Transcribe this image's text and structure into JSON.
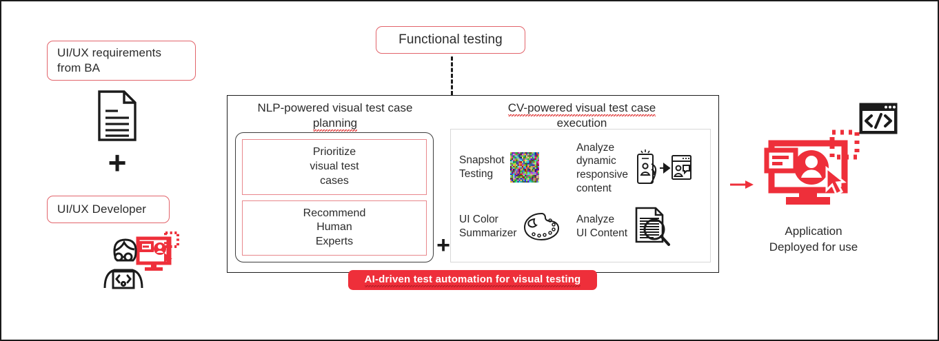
{
  "colors": {
    "red": "#ee2f3a",
    "pill_border": "#e2636a",
    "inner_red_border": "#e8868b",
    "dark": "#1b1b1b",
    "text": "#2b2b2b",
    "spellcheck_underline": "#e03a3a"
  },
  "inputs": {
    "requirements": {
      "label": "UI/UX requirements\nfrom BA",
      "icon": "document-icon"
    },
    "plus_symbol": "+",
    "developer": {
      "label": "UI/UX Developer",
      "icon": "developer-at-computer-icon"
    }
  },
  "top": {
    "functional_testing_label": "Functional testing",
    "connector": "dashed-vertical-line"
  },
  "main": {
    "nlp": {
      "title_line1": "NLP-powered visual test case",
      "title_line2": "planning",
      "items": [
        {
          "label": "Prioritize\nvisual test\ncases"
        },
        {
          "label": "Recommend\nHuman\nExperts"
        }
      ]
    },
    "separator": "+",
    "cv": {
      "title_line1": "CV-powered visual test case",
      "title_line2": "execution",
      "cells": [
        {
          "label": "Snapshot\nTesting",
          "icon": "pixel-noise-icon"
        },
        {
          "label": "Analyze\ndynamic\nresponsive\ncontent",
          "icon": "phone-to-browser-icon"
        },
        {
          "label": "UI Color\nSummarizer",
          "icon": "palette-icon"
        },
        {
          "label": "Analyze\nUI Content",
          "icon": "document-magnifier-icon"
        }
      ]
    },
    "banner_label": "AI-driven test automation for visual testing"
  },
  "output": {
    "arrow": "right-arrow-icon",
    "code_window_icon": "code-window-icon",
    "monitor_icon": "monitor-user-icon",
    "caption": "Application\nDeployed for use"
  }
}
